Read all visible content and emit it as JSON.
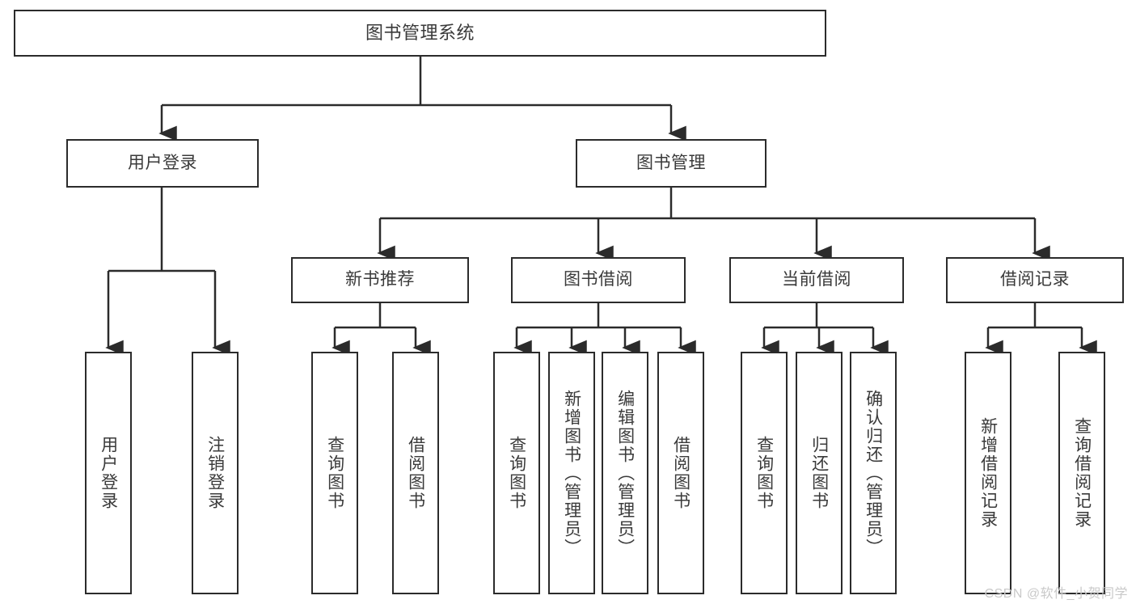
{
  "diagram": {
    "type": "hierarchy-tree",
    "title": "图书管理系统",
    "watermark": "CSDN @软件_小贺同学",
    "colors": {
      "box_border": "#2b2b2b",
      "box_fill": "#ffffff",
      "text": "#3a3a3a",
      "edge": "#2b2b2b",
      "watermark": "#c9c9c9",
      "background": "#ffffff"
    },
    "nodes": {
      "root": {
        "label": "图书管理系统"
      },
      "level2": [
        {
          "id": "user-login",
          "label": "用户登录"
        },
        {
          "id": "book-manage",
          "label": "图书管理"
        }
      ],
      "level3": [
        {
          "id": "new-book-recommend",
          "label": "新书推荐"
        },
        {
          "id": "book-borrow",
          "label": "图书借阅"
        },
        {
          "id": "current-borrow",
          "label": "当前借阅"
        },
        {
          "id": "borrow-record",
          "label": "借阅记录"
        }
      ],
      "leaves": {
        "user-login": [
          {
            "id": "leaf-user-login",
            "label": "用户登录"
          },
          {
            "id": "leaf-logout",
            "label": "注销登录"
          }
        ],
        "new-book-recommend": [
          {
            "id": "leaf-query-book-1",
            "label": "查询图书"
          },
          {
            "id": "leaf-borrow-book-1",
            "label": "借阅图书"
          }
        ],
        "book-borrow": [
          {
            "id": "leaf-query-book-2",
            "label": "查询图书"
          },
          {
            "id": "leaf-add-book",
            "label": "新增图书（管理员）"
          },
          {
            "id": "leaf-edit-book",
            "label": "编辑图书（管理员）"
          },
          {
            "id": "leaf-borrow-book-2",
            "label": "借阅图书"
          }
        ],
        "current-borrow": [
          {
            "id": "leaf-query-book-3",
            "label": "查询图书"
          },
          {
            "id": "leaf-return-book",
            "label": "归还图书"
          },
          {
            "id": "leaf-confirm-return",
            "label": "确认归还（管理员）"
          }
        ],
        "borrow-record": [
          {
            "id": "leaf-add-record",
            "label": "新增借阅记录"
          },
          {
            "id": "leaf-query-record",
            "label": "查询借阅记录"
          }
        ]
      }
    }
  }
}
